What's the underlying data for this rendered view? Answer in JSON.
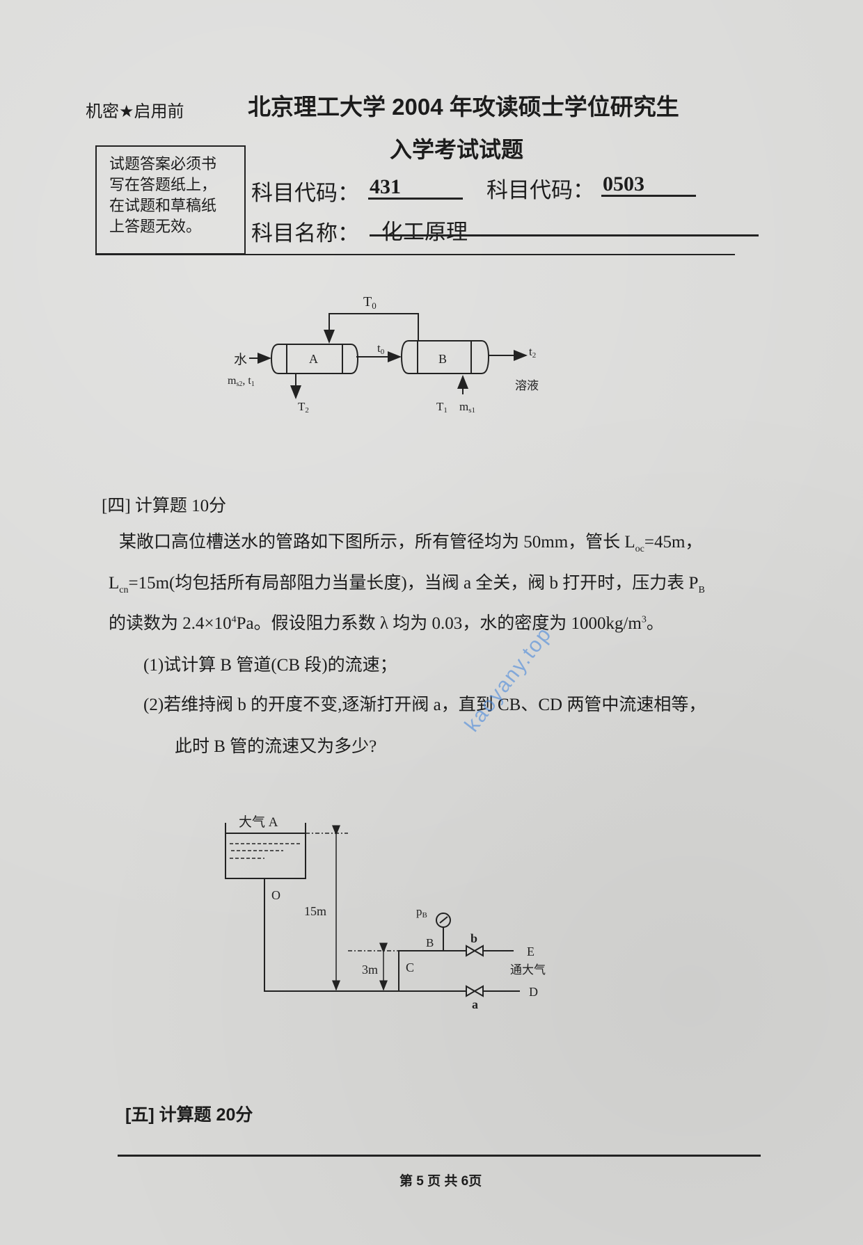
{
  "header": {
    "confidential": "机密★启用前",
    "title_line1": "北京理工大学 2004 年攻读硕士学位研究生",
    "title_line2": "入学考试试题",
    "notice_lines": [
      "试题答案必须书",
      "写在答题纸上，",
      "在试题和草稿纸",
      "上答题无效。"
    ],
    "code_label_1": "科目代码：",
    "code_value_1": "431",
    "code_label_2": "科目代码：",
    "code_value_2": "0503",
    "name_label": "科目名称：",
    "name_value": "化工原理"
  },
  "diagram1": {
    "T0": "T",
    "T0_sub": "0",
    "water": "水",
    "ms2_t1": "m",
    "ms2_sub": "s2",
    "t1_text": ", t",
    "t1_sub": "1",
    "A": "A",
    "B": "B",
    "t0": "t",
    "t0_sub": "0",
    "t2": "t",
    "t2_sub": "2",
    "solution": "溶液",
    "T2": "T",
    "T2_sub": "2",
    "T1": "T",
    "T1_sub": "1",
    "ms1": "m",
    "ms1_sub": "s1"
  },
  "section4": {
    "heading": "[四] 计算题 10分",
    "p1": [
      "某敞口高位槽送水的管路如下图所示，所有管径均为 50mm，管长 L",
      "oc",
      "=45m，"
    ],
    "p2": [
      "L",
      "cn",
      "=15m(均包括所有局部阻力当量长度)，当阀 a 全关，阀 b 打开时，压力表 P",
      "B"
    ],
    "p3": [
      "的读数为 2.4×10",
      "4",
      "Pa。假设阻力系数 λ 均为 0.03，水的密度为 1000kg/m",
      "3",
      "。"
    ],
    "q1": "(1)试计算 B 管道(CB 段)的流速；",
    "q2": "(2)若维持阀 b 的开度不变,逐渐打开阀 a，直到 CB、CD 两管中流速相等，",
    "q2b": "此时 B 管的流速又为多少?"
  },
  "diagram2": {
    "atm_A": "大气  A",
    "O": "O",
    "h15": "15m",
    "pB": "p",
    "pB_sub": "B",
    "B": "B",
    "b": "b",
    "E": "E",
    "vent": "通大气",
    "h3": "3m",
    "C": "C",
    "D": "D",
    "a": "a"
  },
  "section5": {
    "heading": "[五]  计算题  20分"
  },
  "footer": {
    "page": "第 5 页 共 6页"
  },
  "watermark": "kaoyany.top"
}
